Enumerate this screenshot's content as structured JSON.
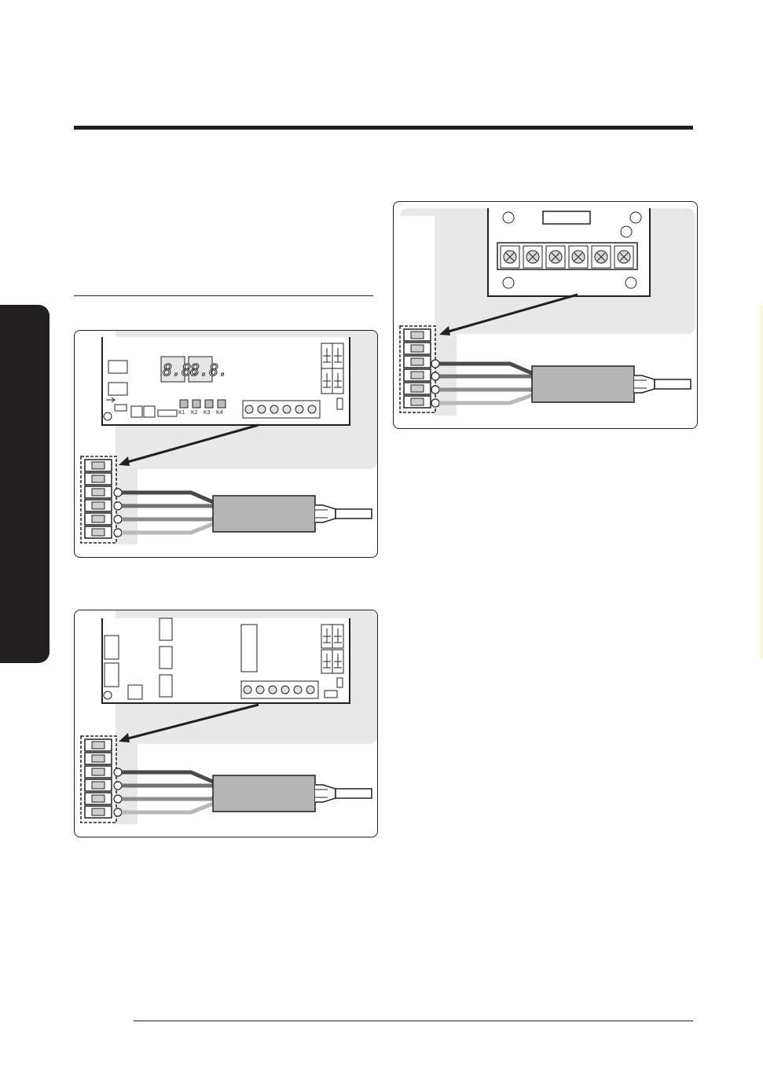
{
  "page": {
    "accent_color": "#231f20",
    "side_tab_color": "#231f20",
    "highlight_color": "#e8e8e8",
    "module_color": "#b4b4b4"
  },
  "panel_1": {
    "display_digits_left": "8.8.",
    "display_digits_right": "8.8.",
    "buttons": [
      "K1",
      "K2",
      "K3",
      "K4"
    ]
  },
  "icons": {
    "screw": "screw-terminal-icon",
    "arrow": "arrow-right-icon"
  }
}
